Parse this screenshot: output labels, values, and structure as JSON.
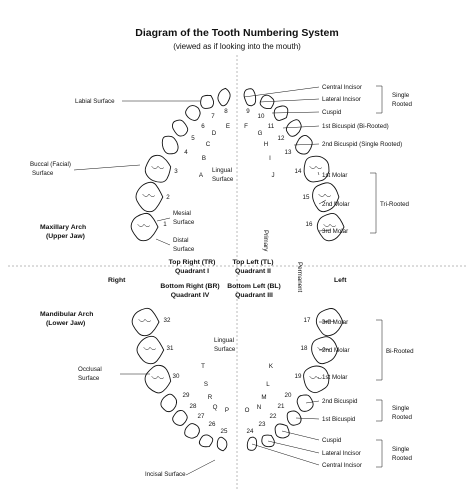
{
  "title": "Diagram of the Tooth Numbering System",
  "subtitle": "(viewed as if looking into the mouth)",
  "labels": {
    "labial_surface": "Labial Surface",
    "buccal_surface": "Buccal (Facial) Surface",
    "maxillary_arch": "Maxillary Arch (Upper Jaw)",
    "mesial_surface": "Mesial Surface",
    "distal_surface": "Distal Surface",
    "lingual_surface_upper": "Lingual Surface",
    "lingual_surface_lower": "Lingual Surface",
    "primary": "Primary",
    "permanent": "Permanent",
    "right": "Right",
    "left": "Left",
    "mandibular_arch": "Mandibular Arch (Lower Jaw)",
    "occlusal_surface": "Occlusal Surface",
    "incisal_surface": "Incisal Surface"
  },
  "quadrants": {
    "q1": "Top Right (TR) Quadrant I",
    "q2": "Top Left (TL) Quadrant II",
    "q4": "Bottom Right (BR) Quadrant IV",
    "q3": "Bottom Left (BL) Quadrant III"
  },
  "upper_right": {
    "types": [
      "Central Incisor",
      "Lateral Incisor",
      "Cuspid",
      "1st Bicuspid (Bi-Rooted)",
      "2nd Bicuspid (Single Rooted)",
      "1st Molar",
      "2nd Molar",
      "3rd Molar"
    ],
    "groups": [
      "Single Rooted",
      "Tri-Rooted"
    ]
  },
  "lower_right": {
    "types": [
      "3rd Molar",
      "2nd Molar",
      "1st Molar",
      "2nd Bicuspid",
      "1st Bicuspid",
      "Cuspid",
      "Lateral Incisor",
      "Central Incisor"
    ],
    "groups": [
      "Bi-Rooted",
      "Single Rooted",
      "Single Rooted"
    ]
  },
  "upper_numbers": [
    "1",
    "2",
    "3",
    "4",
    "5",
    "6",
    "7",
    "8",
    "9",
    "10",
    "11",
    "12",
    "13",
    "14",
    "15",
    "16"
  ],
  "upper_letters": [
    "A",
    "B",
    "C",
    "D",
    "E",
    "F",
    "G",
    "H",
    "I",
    "J"
  ],
  "lower_numbers": [
    "17",
    "18",
    "19",
    "20",
    "21",
    "22",
    "23",
    "24",
    "25",
    "26",
    "27",
    "28",
    "29",
    "30",
    "31",
    "32"
  ],
  "lower_letters": [
    "K",
    "L",
    "M",
    "N",
    "O",
    "P",
    "Q",
    "R",
    "S",
    "T"
  ]
}
